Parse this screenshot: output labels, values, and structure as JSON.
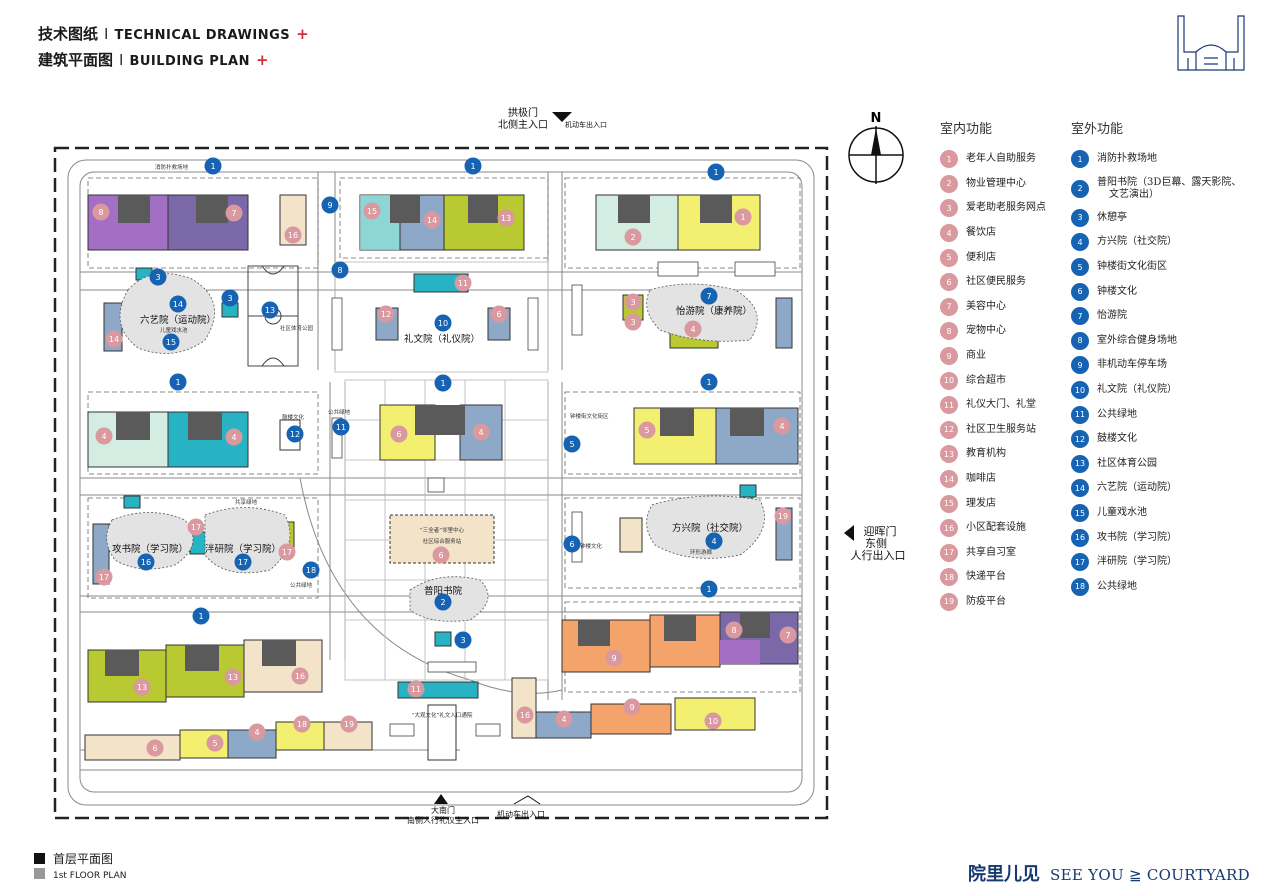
{
  "header": {
    "title1_cn": "技术图纸",
    "title1_en": "TECHNICAL DRAWINGS",
    "title2_cn": "建筑平面图",
    "title2_en": "BUILDING PLAN",
    "separator": "I",
    "plus": "+"
  },
  "plan": {
    "north_label": "N",
    "gates": {
      "north_gate": "拱极门",
      "north_entrance": "北侧主入口",
      "north_vehicle": "机动车出入口",
      "east_gate": "迎晖门",
      "east_side": "东侧",
      "east_entrance": "人行出入口",
      "south_gate": "大南门",
      "south_entrance": "南侧人行礼仪主入口",
      "south_vehicle": "机动车出入口"
    },
    "courtyards": {
      "liuyi": "六艺院（运动院）",
      "liyi": "礼文院（礼仪院）",
      "yiyou": "怡游院（康养院）",
      "gongshu": "攻书院（学习院）",
      "panyan": "泮研院（学习院）",
      "fangxing": "方兴院（社交院）",
      "puyang": "普阳书院"
    },
    "small_labels": {
      "fire_lane": "消防扑救场地",
      "public_green": "公共绿地",
      "shared_green": "共享绿地",
      "sports_park": "社区体育公园",
      "drum_culture": "鼓楼文化",
      "bell_culture": "钟楼文化",
      "bell_street": "钟楼街文化街区",
      "kids_pool": "儿童戏水池",
      "center_box": "“三全者”邻里中心",
      "center_sub": "社区综合服务站",
      "big_screen": "“大观文化”礼文入口通院",
      "ring": "环形游廊"
    },
    "markers": [
      {
        "n": "1",
        "c": "blue"
      },
      {
        "n": "1",
        "c": "blue"
      },
      {
        "n": "1",
        "c": "blue"
      },
      {
        "n": "1",
        "c": "blue"
      },
      {
        "n": "1",
        "c": "blue"
      },
      {
        "n": "1",
        "c": "blue"
      },
      {
        "n": "1",
        "c": "blue"
      },
      {
        "n": "1",
        "c": "blue"
      },
      {
        "n": "3",
        "c": "blue"
      },
      {
        "n": "3",
        "c": "blue"
      },
      {
        "n": "3",
        "c": "blue"
      },
      {
        "n": "14",
        "c": "blue"
      },
      {
        "n": "15",
        "c": "blue"
      },
      {
        "n": "13",
        "c": "blue"
      },
      {
        "n": "9",
        "c": "blue"
      },
      {
        "n": "8",
        "c": "blue"
      },
      {
        "n": "10",
        "c": "blue"
      },
      {
        "n": "7",
        "c": "blue"
      },
      {
        "n": "12",
        "c": "blue"
      },
      {
        "n": "11",
        "c": "blue"
      },
      {
        "n": "5",
        "c": "blue"
      },
      {
        "n": "4",
        "c": "blue"
      },
      {
        "n": "6",
        "c": "blue"
      },
      {
        "n": "16",
        "c": "blue"
      },
      {
        "n": "17",
        "c": "blue"
      },
      {
        "n": "18",
        "c": "blue"
      },
      {
        "n": "2",
        "c": "blue"
      },
      {
        "n": "8",
        "c": "pink"
      },
      {
        "n": "7",
        "c": "pink"
      },
      {
        "n": "16",
        "c": "pink"
      },
      {
        "n": "15",
        "c": "pink"
      },
      {
        "n": "14",
        "c": "pink"
      },
      {
        "n": "13",
        "c": "pink"
      },
      {
        "n": "2",
        "c": "pink"
      },
      {
        "n": "1",
        "c": "pink"
      },
      {
        "n": "11",
        "c": "pink"
      },
      {
        "n": "12",
        "c": "pink"
      },
      {
        "n": "6",
        "c": "pink"
      },
      {
        "n": "3",
        "c": "pink"
      },
      {
        "n": "3",
        "c": "pink"
      },
      {
        "n": "4",
        "c": "pink"
      },
      {
        "n": "14",
        "c": "pink"
      },
      {
        "n": "4",
        "c": "pink"
      },
      {
        "n": "4",
        "c": "pink"
      },
      {
        "n": "6",
        "c": "pink"
      },
      {
        "n": "4",
        "c": "pink"
      },
      {
        "n": "5",
        "c": "pink"
      },
      {
        "n": "4",
        "c": "pink"
      },
      {
        "n": "17",
        "c": "pink"
      },
      {
        "n": "17",
        "c": "pink"
      },
      {
        "n": "17",
        "c": "pink"
      },
      {
        "n": "6",
        "c": "pink"
      },
      {
        "n": "19",
        "c": "pink"
      },
      {
        "n": "9",
        "c": "pink"
      },
      {
        "n": "8",
        "c": "pink"
      },
      {
        "n": "7",
        "c": "pink"
      },
      {
        "n": "13",
        "c": "pink"
      },
      {
        "n": "13",
        "c": "pink"
      },
      {
        "n": "16",
        "c": "pink"
      },
      {
        "n": "11",
        "c": "pink"
      },
      {
        "n": "16",
        "c": "pink"
      },
      {
        "n": "4",
        "c": "pink"
      },
      {
        "n": "9",
        "c": "pink"
      },
      {
        "n": "10",
        "c": "pink"
      },
      {
        "n": "6",
        "c": "pink"
      },
      {
        "n": "5",
        "c": "pink"
      },
      {
        "n": "4",
        "c": "pink"
      },
      {
        "n": "18",
        "c": "pink"
      },
      {
        "n": "19",
        "c": "pink"
      }
    ]
  },
  "legend_indoor": {
    "title": "室内功能",
    "items": [
      {
        "n": "1",
        "label": "老年人自助服务"
      },
      {
        "n": "2",
        "label": "物业管理中心"
      },
      {
        "n": "3",
        "label": "爱老助老服务网点"
      },
      {
        "n": "4",
        "label": "餐饮店"
      },
      {
        "n": "5",
        "label": "便利店"
      },
      {
        "n": "6",
        "label": "社区便民服务"
      },
      {
        "n": "7",
        "label": "美容中心"
      },
      {
        "n": "8",
        "label": "宠物中心"
      },
      {
        "n": "9",
        "label": "商业"
      },
      {
        "n": "10",
        "label": "综合超市"
      },
      {
        "n": "11",
        "label": "礼仪大门、礼堂"
      },
      {
        "n": "12",
        "label": "社区卫生服务站"
      },
      {
        "n": "13",
        "label": "教育机构"
      },
      {
        "n": "14",
        "label": "咖啡店"
      },
      {
        "n": "15",
        "label": "理发店"
      },
      {
        "n": "16",
        "label": "小区配套设施"
      },
      {
        "n": "17",
        "label": "共享自习室"
      },
      {
        "n": "18",
        "label": "快递平台"
      },
      {
        "n": "19",
        "label": "防疫平台"
      }
    ]
  },
  "legend_outdoor": {
    "title": "室外功能",
    "items": [
      {
        "n": "1",
        "label": "消防扑救场地"
      },
      {
        "n": "2",
        "label": "普阳书院（3D巨幕、露天影院、",
        "label2": "文艺演出）"
      },
      {
        "n": "3",
        "label": "休憩亭"
      },
      {
        "n": "4",
        "label": "方兴院（社交院）"
      },
      {
        "n": "5",
        "label": "钟楼街文化街区"
      },
      {
        "n": "6",
        "label": "钟楼文化"
      },
      {
        "n": "7",
        "label": "怡游院"
      },
      {
        "n": "8",
        "label": "室外综合健身场地"
      },
      {
        "n": "9",
        "label": "非机动车停车场"
      },
      {
        "n": "10",
        "label": "礼文院（礼仪院）"
      },
      {
        "n": "11",
        "label": "公共绿地"
      },
      {
        "n": "12",
        "label": "鼓楼文化"
      },
      {
        "n": "13",
        "label": "社区体育公园"
      },
      {
        "n": "14",
        "label": "六艺院（运动院）"
      },
      {
        "n": "15",
        "label": "儿童戏水池"
      },
      {
        "n": "16",
        "label": "攻书院（学习院）"
      },
      {
        "n": "17",
        "label": "泮研院（学习院）"
      },
      {
        "n": "18",
        "label": "公共绿地"
      }
    ]
  },
  "footer": {
    "floor_cn": "首层平面图",
    "floor_en": "1st FLOOR PLAN",
    "brand_cn": "院里儿见",
    "brand_en": "SEE YOU ≧ COURTYARD"
  },
  "colors": {
    "pink_marker": "#d9999e",
    "blue_marker": "#1663b3",
    "purple": "#a36fc4",
    "violet": "#7b68a8",
    "mint": "#d4ede3",
    "teal": "#27b3c4",
    "yellow": "#f3ef70",
    "olive": "#b9c931",
    "steel": "#8ea9c7",
    "orange": "#f4a46a",
    "beige": "#f3e3c9",
    "dark": "#5a5a5a",
    "brand": "#173a73",
    "accent_red": "#d0303a"
  }
}
